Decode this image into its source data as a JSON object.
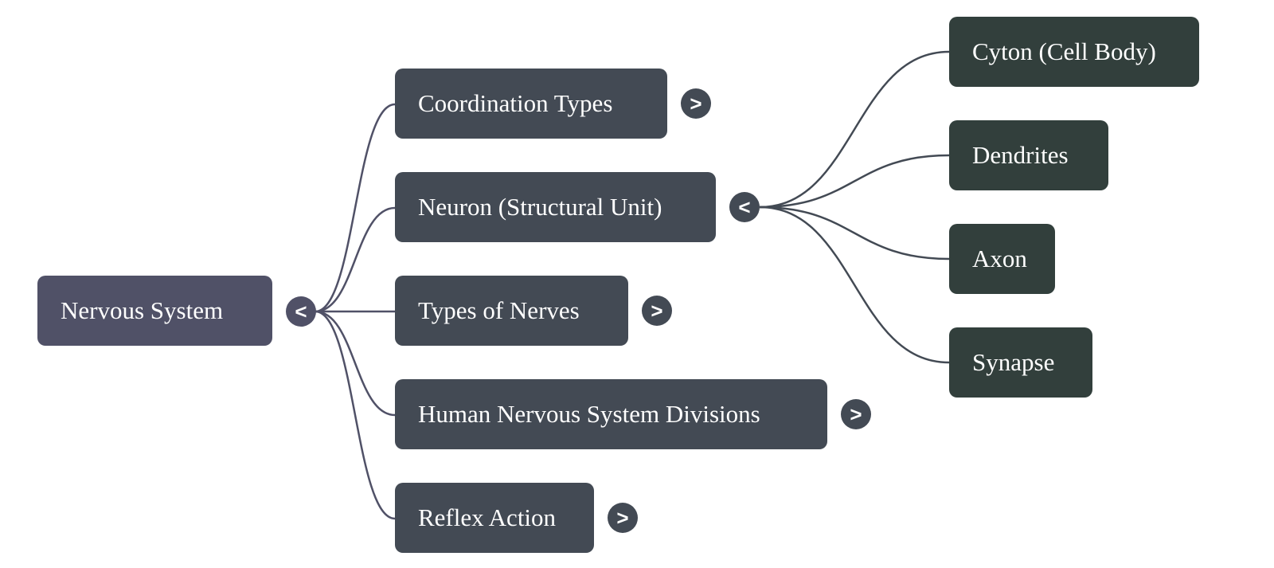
{
  "colors": {
    "root_fill": "#505167",
    "level1_fill": "#434a54",
    "level2_fill": "#323f3c",
    "link_root": "#505167",
    "link_level1": "#434a54"
  },
  "root": {
    "label": "Nervous System",
    "toggle": "<",
    "expanded": true
  },
  "children": [
    {
      "label": "Coordination Types",
      "toggle": ">",
      "expanded": false
    },
    {
      "label": "Neuron (Structural Unit)",
      "toggle": "<",
      "expanded": true,
      "children": [
        {
          "label": "Cyton (Cell Body)"
        },
        {
          "label": "Dendrites"
        },
        {
          "label": "Axon"
        },
        {
          "label": "Synapse"
        }
      ]
    },
    {
      "label": "Types of Nerves",
      "toggle": ">",
      "expanded": false
    },
    {
      "label": "Human Nervous System Divisions",
      "toggle": ">",
      "expanded": false
    },
    {
      "label": "Reflex Action",
      "toggle": ">",
      "expanded": false
    }
  ]
}
